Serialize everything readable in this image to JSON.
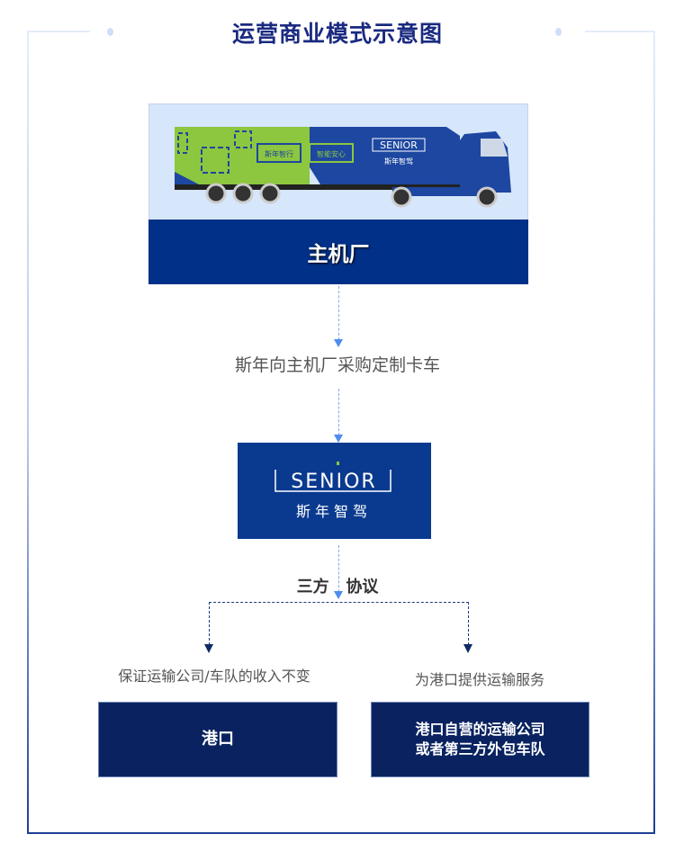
{
  "title": "运营商业模式示意图",
  "oem": {
    "label": "主机厂",
    "truck_slogans": [
      "斯年智行",
      "智能安心"
    ],
    "truck_logo": "SENIOR",
    "truck_logo_cn": "斯年智驾"
  },
  "step1_text": "斯年向主机厂采购定制卡车",
  "senior": {
    "logo": "SENIOR",
    "name": "斯年智驾"
  },
  "agreement": {
    "part1": "三方",
    "part2": "协议"
  },
  "left_branch": {
    "caption": "保证运输公司/车队的收入不变",
    "box": "港口"
  },
  "right_branch": {
    "caption": "为港口提供运输服务",
    "box_line1": "港口自营的运输公司",
    "box_line2": "或者第三方外包车队"
  },
  "colors": {
    "title": "#1a2a80",
    "navy": "#003087",
    "box": "#0a2360",
    "green": "#8dc63f"
  }
}
